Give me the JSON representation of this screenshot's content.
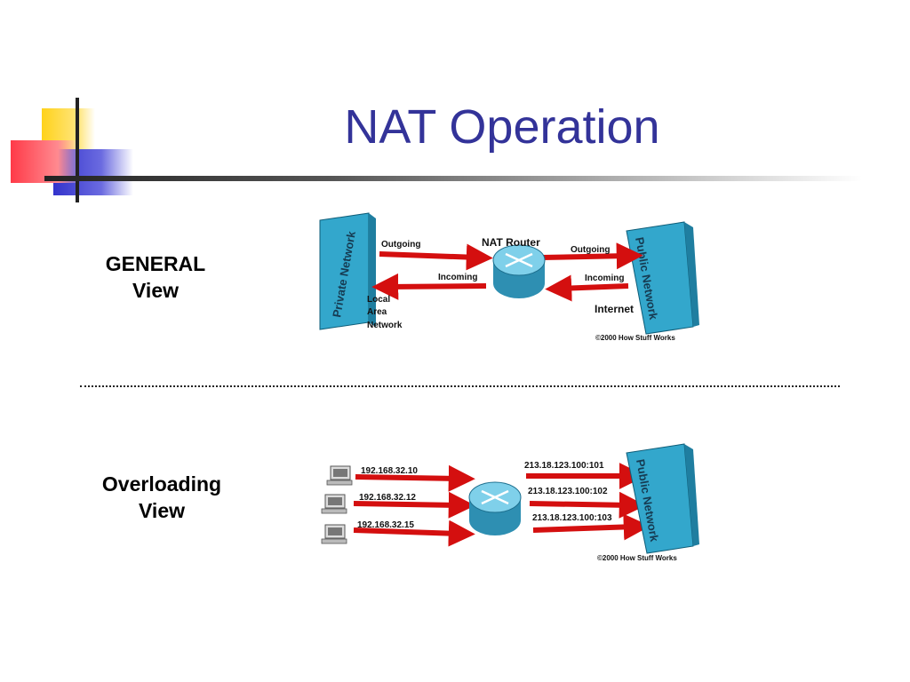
{
  "slide": {
    "title": "NAT Operation",
    "general_label_line1": "GENERAL",
    "general_label_line2": "View",
    "overload_label_line1": "Overloading",
    "overload_label_line2": "View"
  },
  "general_diagram": {
    "private_network": "Private Network",
    "public_network": "Public Network",
    "router_label": "NAT Router",
    "outgoing_left": "Outgoing",
    "incoming_left": "Incoming",
    "outgoing_right": "Outgoing",
    "incoming_right": "Incoming",
    "lan_line1": "Local",
    "lan_line2": "Area",
    "lan_line3": "Network",
    "internet": "Internet",
    "copyright": "©2000 How Stuff Works"
  },
  "overload_diagram": {
    "private_ips": [
      "192.168.32.10",
      "192.168.32.12",
      "192.168.32.15"
    ],
    "public_ips": [
      "213.18.123.100:101",
      "213.18.123.100:102",
      "213.18.123.100:103"
    ],
    "public_network": "Public Network",
    "copyright": "©2000 How Stuff Works"
  },
  "colors": {
    "title": "#333399",
    "arrow": "#d40f0f",
    "network_box": "#33a7cc",
    "router": "#4aaed0",
    "deco_yellow": "#ffd21a",
    "deco_red": "#ff5a63",
    "deco_blue": "#3a3ad4"
  }
}
